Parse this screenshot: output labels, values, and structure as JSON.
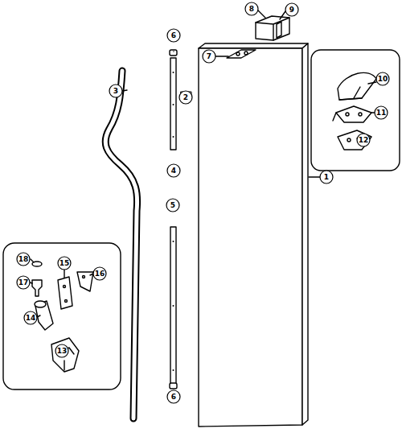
{
  "diagram": {
    "labels": [
      "1",
      "2",
      "3",
      "4",
      "5",
      "6",
      "6",
      "7",
      "8",
      "9",
      "10",
      "11",
      "12",
      "13",
      "14",
      "15",
      "16",
      "17",
      "18"
    ]
  }
}
